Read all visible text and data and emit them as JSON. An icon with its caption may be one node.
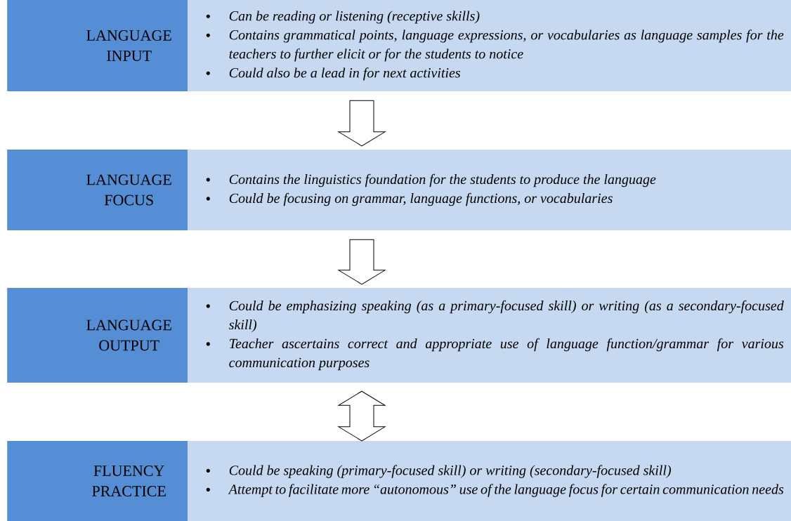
{
  "diagram": {
    "nodes": [
      {
        "text": [
          "LANGUAGE INPUT"
        ]
      },
      {
        "text": [
          "Can be reading or listening (receptive skills)",
          "Contains grammatical points, language expressions, or vocabularies as language samples for the teachers to further elicit or for the students to notice",
          "Could also be a lead in for next activities"
        ]
      },
      {
        "text": [
          "LANGUAGE FOCUS"
        ]
      },
      {
        "text": [
          "Contains the linguistics foundation for the students to produce the language",
          "Could be focusing on grammar, language functions, or vocabularies"
        ]
      },
      {
        "text": [
          "LANGUAGE OUTPUT"
        ]
      },
      {
        "text": [
          "Could be emphasizing speaking (as a primary-focused skill) or writing (as a secondary-focused skill)",
          "Teacher ascertains correct and appropriate use of language function/grammar for various communication purposes"
        ]
      },
      {
        "text": [
          "FLUENCY PRACTICE"
        ]
      },
      {
        "text": [
          "Could be speaking (primary-focused skill) or writing (secondary-focused skill)",
          "Attempt to facilitate more “autonomous” use of the language focus for certain communication needs"
        ]
      }
    ],
    "edges": [
      {
        "from": 1,
        "to": 3,
        "arrow": "to"
      },
      {
        "from": 3,
        "to": 5,
        "arrow": "to"
      },
      {
        "from": 5,
        "to": 7,
        "arrow": "both"
      }
    ]
  }
}
